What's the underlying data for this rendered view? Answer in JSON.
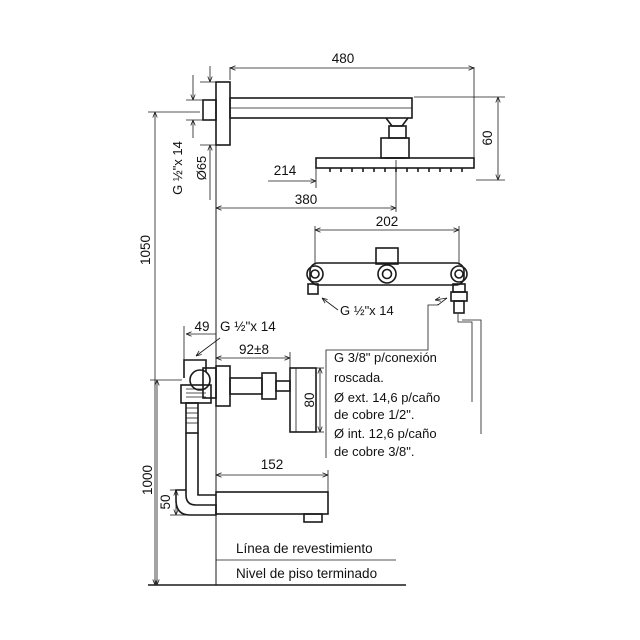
{
  "diagram": {
    "dims": {
      "arm_length": "480",
      "arm_height": "60",
      "shower_head_half": "214",
      "shower_center": "380",
      "total_height": "1050",
      "valve_height": "1000",
      "flange_dia": "Ø65",
      "arm_thread": "G ½\"x 14",
      "mixer_width": "202",
      "mixer_thread": "G ½\"x 14",
      "valve_offset": "49",
      "valve_thread": "G ½\"x 14",
      "valve_depth": "92±8",
      "handle_height": "80",
      "spout_length": "152",
      "spout_height": "50"
    },
    "note_lines": [
      "G 3/8\" p/conexión",
      "roscada.",
      "Ø ext. 14,6 p/caño",
      "de cobre 1/2\".",
      "Ø int. 12,6 p/caño",
      "de cobre 3/8\"."
    ],
    "wall_label": "Línea de revestimiento",
    "floor_label": "Nivel de piso terminado"
  }
}
